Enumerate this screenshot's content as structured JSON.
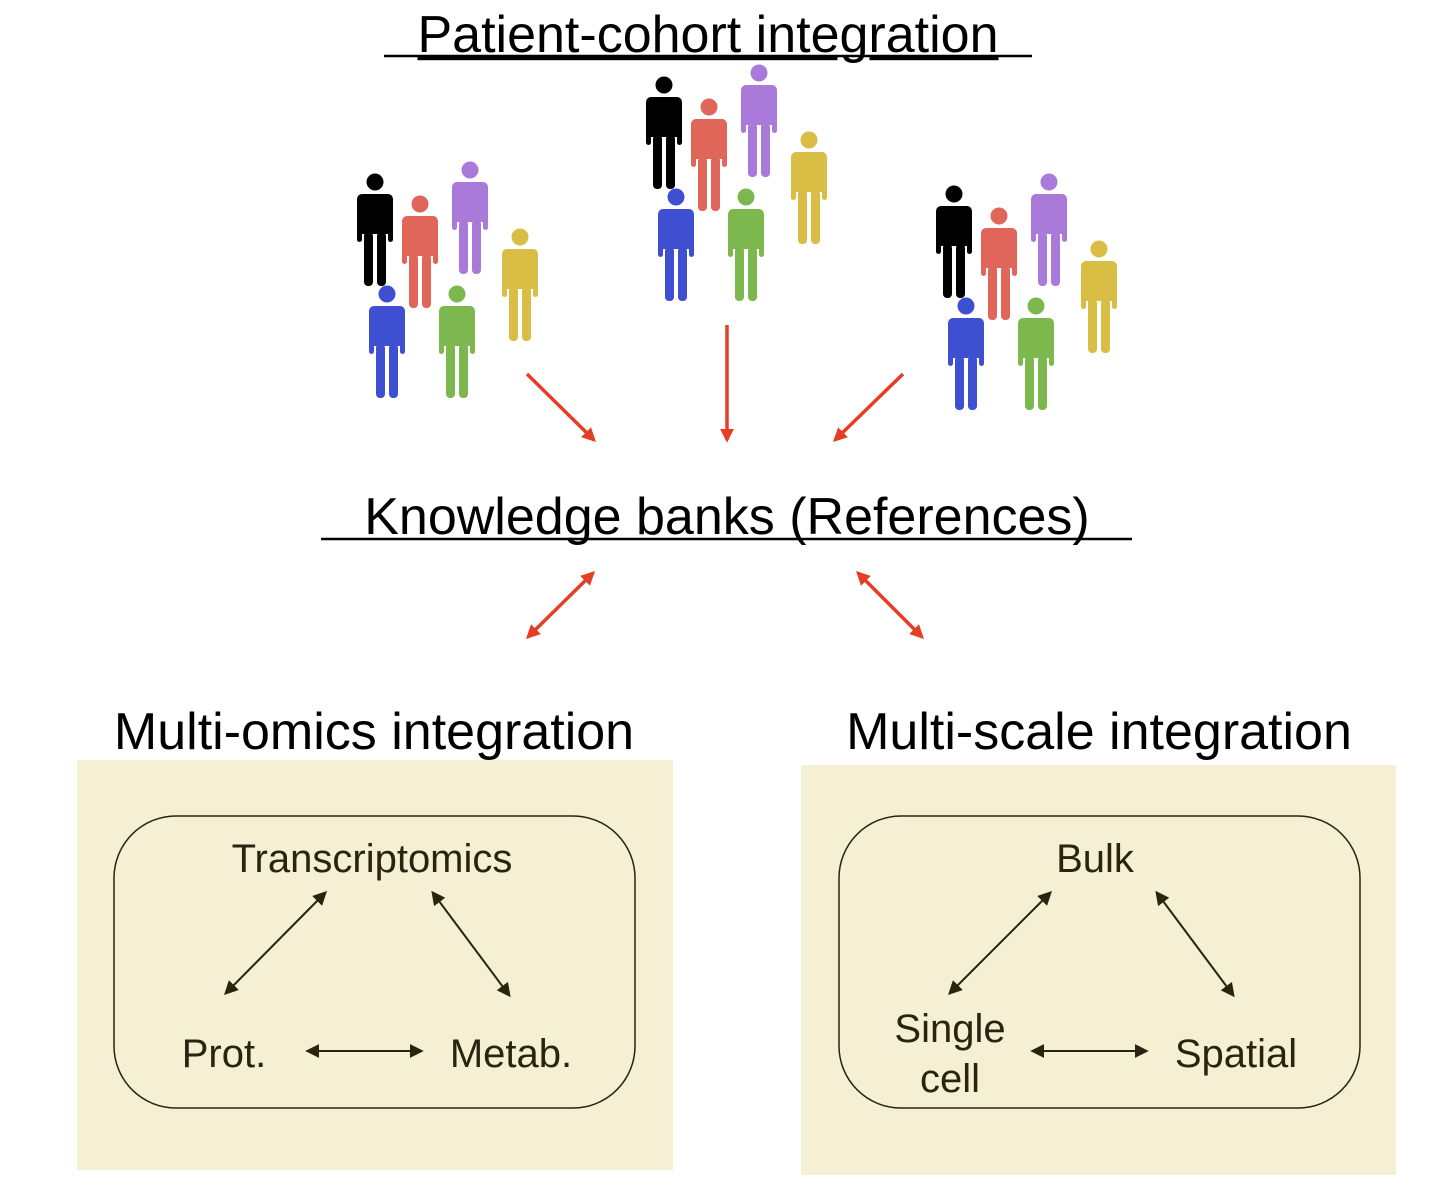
{
  "titles": {
    "top": "Patient-cohort integration",
    "middle": "Knowledge banks (References)",
    "left_panel": "Multi-omics integration",
    "right_panel": "Multi-scale integration"
  },
  "left_panel": {
    "nodes": {
      "top": "Transcriptomics",
      "left": "Prot.",
      "right": "Metab."
    }
  },
  "right_panel": {
    "nodes": {
      "top": "Bulk",
      "left_line1": "Single",
      "left_line2": "cell",
      "right": "Spatial"
    }
  },
  "colors": {
    "person_colors": [
      "#000000",
      "#e0665a",
      "#a97ada",
      "#d9bd44",
      "#3e4fd1",
      "#7db84e"
    ],
    "flow_arrow": "#e53e24",
    "panel_fill": "#f5efd3",
    "panel_arrow": "#2b2310"
  },
  "icons": {
    "person": "person-icon"
  }
}
